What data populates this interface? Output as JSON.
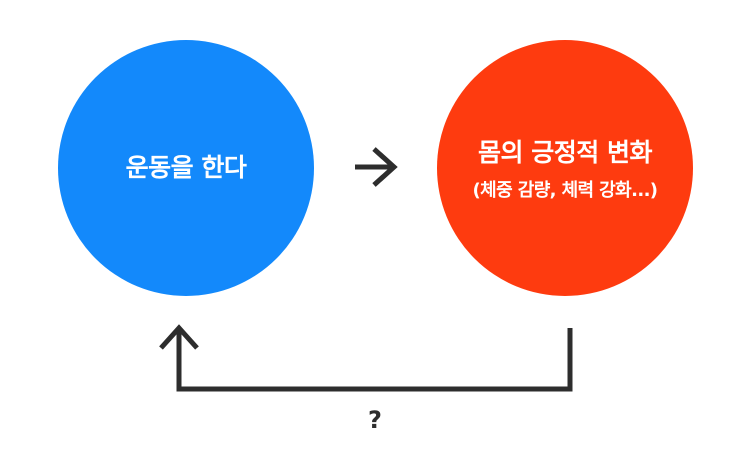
{
  "diagram": {
    "left_node": {
      "title": "운동을 한다",
      "color": "#1389fb"
    },
    "right_node": {
      "title": "몸의 긍정적 변화",
      "subtitle": "(체중 감량, 체력 강화...)",
      "color": "#fe3b0f"
    },
    "connector_color": "#2d2d2d",
    "forward_arrow_icon": "arrow-right-icon",
    "return_arrow_icon": "arrow-up-icon",
    "feedback_label": "?"
  }
}
